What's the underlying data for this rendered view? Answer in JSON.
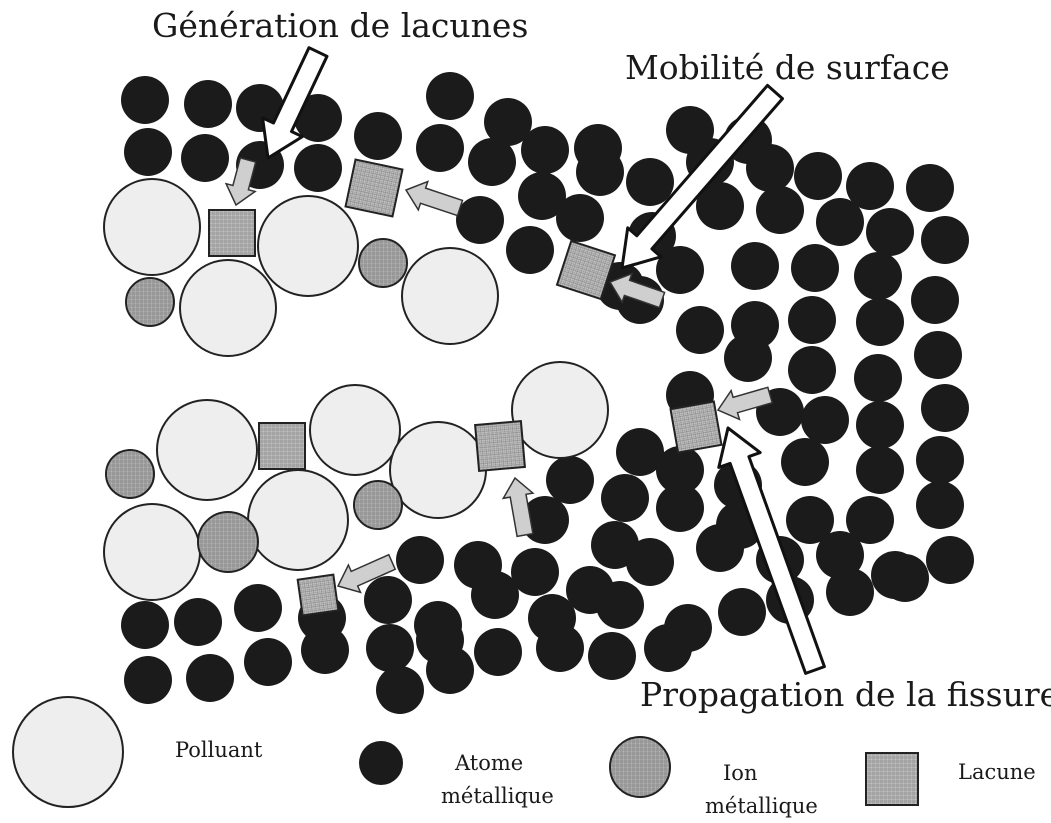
{
  "labels": {
    "vacancy_generation": "Génération de lacunes",
    "surface_mobility": "Mobilité de surface",
    "crack_propagation": "Propagation de la fissure"
  },
  "legend": {
    "pollutant": "Polluant",
    "metal_atom_line1": "Atome",
    "metal_atom_line2": "métallique",
    "metal_ion_line1": "Ion",
    "metal_ion_line2": "métallique",
    "vacancy": "Lacune"
  },
  "colors": {
    "metal_atom": "#1b1b1b",
    "pollutant": "#eeeeee",
    "ion": "#a9a9a9",
    "vacancy": "#b9b9b9",
    "arrow_fill": "#ffffff",
    "small_arrow_fill": "#cfcfcf"
  }
}
